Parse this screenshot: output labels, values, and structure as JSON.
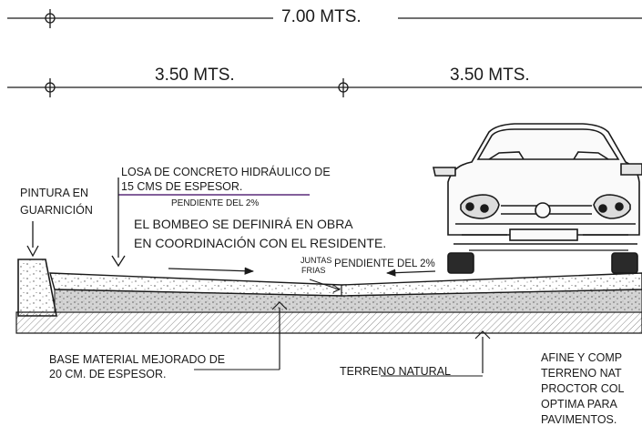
{
  "dimensions": {
    "total": "7.00 MTS.",
    "left_half": "3.50 MTS.",
    "right_half": "3.50 MTS."
  },
  "labels": {
    "pintura_line1": "PINTURA EN",
    "pintura_line2": "GUARNICIÓN",
    "losa_line1": "LOSA DE CONCRETO HIDRÁULICO DE",
    "losa_line2": "15 CMS DE ESPESOR.",
    "pendiente_left": "PENDIENTE DEL 2%",
    "bombeo_line1": "EL BOMBEO SE DEFINIRÁ EN OBRA",
    "bombeo_line2": "EN COORDINACIÓN CON EL RESIDENTE.",
    "juntas_line1": "JUNTAS",
    "juntas_line2": "FRIAS",
    "pendiente_right": "PENDIENTE DEL 2%",
    "base_line1": "BASE  MATERIAL MEJORADO DE",
    "base_line2": "20 CM. DE ESPESOR.",
    "terreno": "TERRENO NATURAL",
    "afine_line1": "AFINE Y COMP",
    "afine_line2": "TERRENO NAT",
    "afine_line3": "PROCTOR COL",
    "afine_line4": "OPTIMA PARA",
    "afine_line5": "PAVIMENTOS."
  },
  "colors": {
    "ink": "#1a1a1a",
    "purple_line": "#5a2a7a",
    "hatch_gray": "#8a8a8a"
  }
}
